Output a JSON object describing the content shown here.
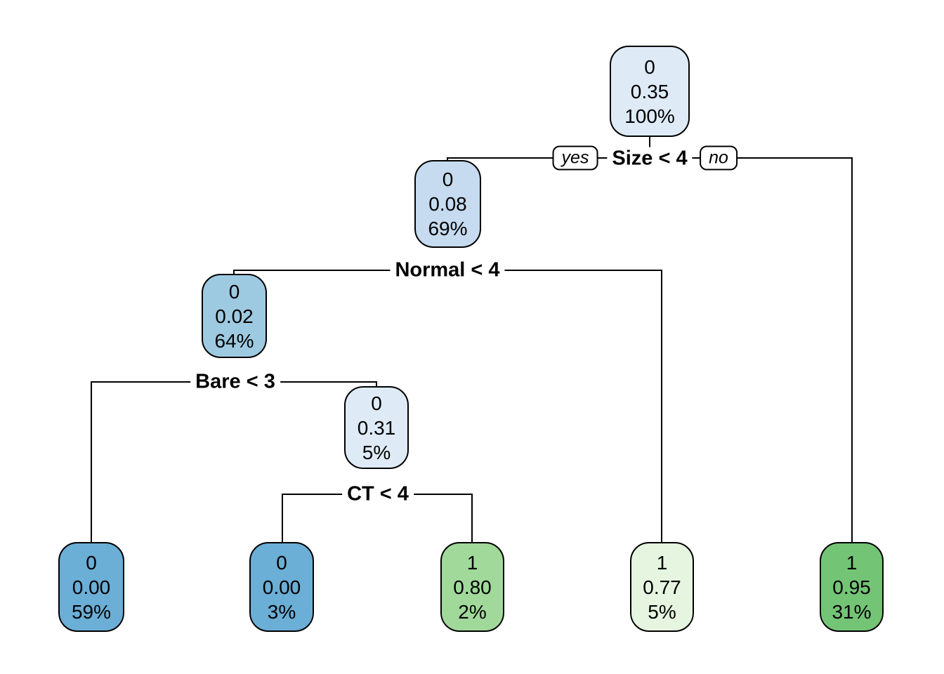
{
  "diagram": {
    "type": "decision-tree",
    "model": "classification tree (rpart-style plot)"
  },
  "nodes": {
    "root": {
      "class_label": "0",
      "probability": "0.35",
      "percentage": "100%",
      "fill": "#DEEBF7"
    },
    "size_yes": {
      "class_label": "0",
      "probability": "0.08",
      "percentage": "69%",
      "fill": "#C6DBEF"
    },
    "normal_yes": {
      "class_label": "0",
      "probability": "0.02",
      "percentage": "64%",
      "fill": "#9ECAE1"
    },
    "bare_no": {
      "class_label": "0",
      "probability": "0.31",
      "percentage": "5%",
      "fill": "#DEEBF7"
    },
    "leaf_bare_yes": {
      "class_label": "0",
      "probability": "0.00",
      "percentage": "59%",
      "fill": "#6BAED6"
    },
    "leaf_ct_yes": {
      "class_label": "0",
      "probability": "0.00",
      "percentage": "3%",
      "fill": "#6BAED6"
    },
    "leaf_ct_no": {
      "class_label": "1",
      "probability": "0.80",
      "percentage": "2%",
      "fill": "#A1D99B"
    },
    "leaf_normal_no": {
      "class_label": "1",
      "probability": "0.77",
      "percentage": "5%",
      "fill": "#E5F5E0"
    },
    "leaf_size_no": {
      "class_label": "1",
      "probability": "0.95",
      "percentage": "31%",
      "fill": "#74C476"
    }
  },
  "splits": {
    "size": {
      "label": "Size < 4"
    },
    "normal": {
      "label": "Normal < 4"
    },
    "bare": {
      "label": "Bare < 3"
    },
    "ct": {
      "label": "CT < 4"
    }
  },
  "edge_labels": {
    "yes": "yes",
    "no": "no"
  },
  "colors": {
    "background": "#FFFFFF",
    "line": "#000000",
    "text": "#000000",
    "blue_scale": [
      "#DEEBF7",
      "#C6DBEF",
      "#9ECAE1",
      "#6BAED6"
    ],
    "green_scale": [
      "#E5F5E0",
      "#A1D99B",
      "#74C476"
    ]
  }
}
